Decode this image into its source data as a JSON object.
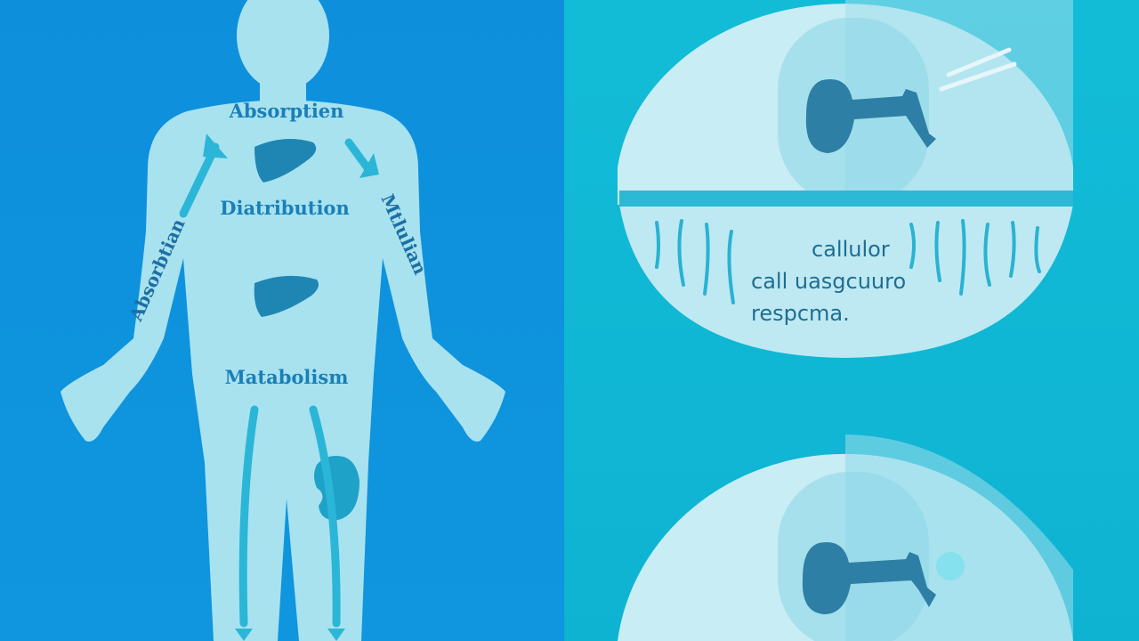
{
  "labels": {
    "absorption_top": "Absorptien",
    "distribution": "Diatribution",
    "absorption_side": "Absorbtian",
    "right_arm_text": "Mtlulian",
    "metabolism": "Matabolism"
  },
  "cell_labels": {
    "line1": "callulor",
    "line2": "call uasgcuuro",
    "line3": "respcma."
  },
  "colors": {
    "left_background": "#0f93dd",
    "right_background": "#12bcd7",
    "body_fill": "#a9e3f0",
    "organ": "#1f86b4",
    "arrow": "#2bb8d8"
  }
}
